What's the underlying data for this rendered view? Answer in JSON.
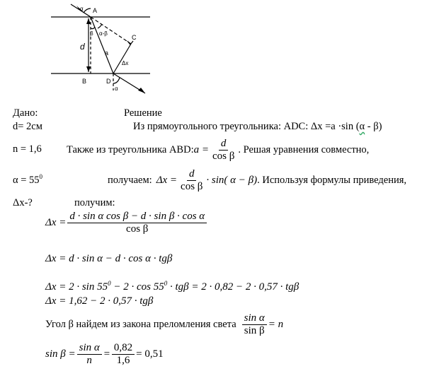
{
  "diagram": {
    "labels": {
      "A": "A",
      "B": "B",
      "C": "C",
      "D": "D",
      "d": "d",
      "a": "a",
      "dx": "Δx",
      "alpha": "α",
      "beta": "β",
      "alpha_minus_beta": "α-β"
    }
  },
  "given": {
    "title": "Дано:",
    "d": "d= 2см",
    "n": "n = 1,6",
    "alpha": "α = 55",
    "alpha_sup": "0",
    "find": "Δx-?"
  },
  "solution": {
    "title": "Решение",
    "line1_prefix": "Из прямоугольного треугольника: ADC: Δx =a ·sin (",
    "line1_wavy": "α",
    "line1_suffix": " - β)",
    "line2_prefix": "Также из треугольника ABD: ",
    "line2_suffix": ". Решая уравнения совместно,",
    "line3_prefix": "получаем: ",
    "line3_suffix": ". Используя формулы приведения,",
    "line4": "получим:",
    "line_beta": "Угол β найдем из закона преломления света",
    "eq_a": {
      "lhs": "a =",
      "num": "d",
      "den": "cos β"
    },
    "eq_dx1": {
      "lhs": "Δx =",
      "num": "d",
      "den": "cos β",
      "tail": "· sin( α − β)"
    },
    "eq_dx2": {
      "lhs": "Δx =",
      "num": "d · sin α cos β − d · sin β · cos α",
      "den": "cos β"
    },
    "eq_dx3": "Δx = d · sin α − d · cos α · tgβ",
    "eq_dx4": {
      "a": "Δx = 2 · sin 55",
      "b": " − 2 · cos 55",
      "c": " · tgβ = 2 · 0,82 − 2 · 0,57 · tgβ",
      "sup": "0"
    },
    "eq_dx5": "Δx = 1,62 − 2 · 0,57 · tgβ",
    "eq_snell": {
      "num": "sin α",
      "den": "sin β",
      "rhs": "= n"
    },
    "eq_sinb": {
      "lhs": "sin β =",
      "num1": "sin α",
      "den1": "n",
      "eq": "=",
      "num2": "0,82",
      "den2": "1,6",
      "rhs": "= 0,51"
    }
  }
}
